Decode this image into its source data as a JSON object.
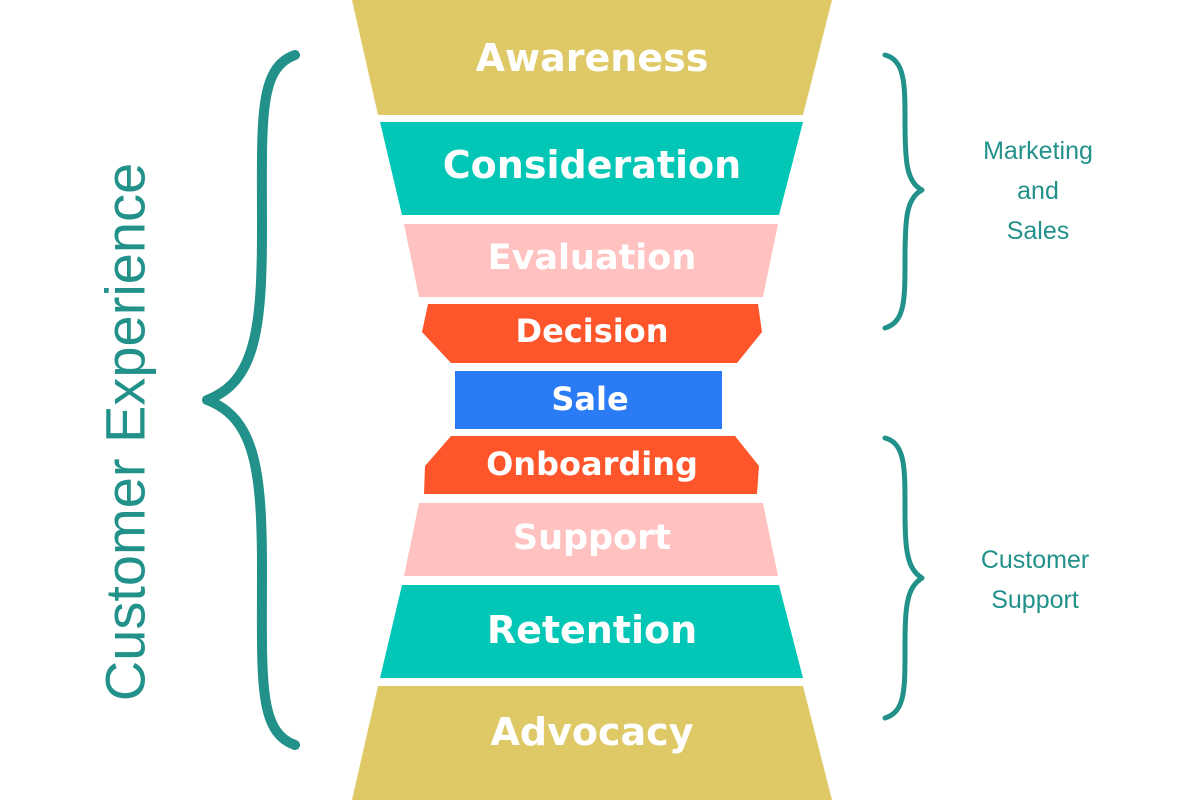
{
  "funnel": {
    "stages": [
      {
        "label": "Awareness",
        "color": "#dec966"
      },
      {
        "label": "Consideration",
        "color": "#02c7b6"
      },
      {
        "label": "Evaluation",
        "color": "#ffc2c0"
      },
      {
        "label": "Decision",
        "color": "#ff552b"
      },
      {
        "label": "Sale",
        "color": "#2b7bf4"
      },
      {
        "label": "Onboarding",
        "color": "#ff552b"
      },
      {
        "label": "Support",
        "color": "#ffc2c0"
      },
      {
        "label": "Retention",
        "color": "#02c7b6"
      },
      {
        "label": "Advocacy",
        "color": "#dec966"
      }
    ]
  },
  "left_group": {
    "label": "Customer Experience"
  },
  "right_groups": {
    "marketing": {
      "lines": [
        "Marketing",
        "and",
        "Sales"
      ]
    },
    "support": {
      "lines": [
        "Customer",
        "Support"
      ]
    }
  },
  "accent_color": "#21918a"
}
